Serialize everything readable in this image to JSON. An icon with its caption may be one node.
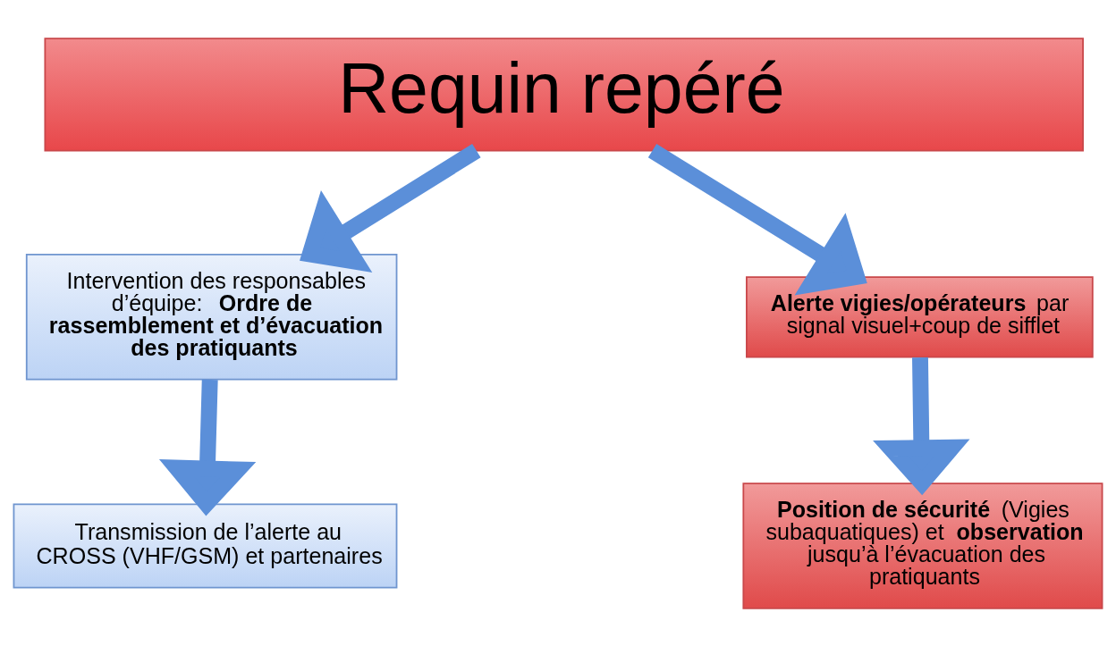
{
  "diagram": {
    "nodes": [
      {
        "text": [
          "Requin repéré"
        ]
      },
      {
        "text": [
          "Intervention des responsables d’équipe: **Ordre de rassemblement et d’évacuation des pratiquants**"
        ]
      },
      {
        "text": [
          "Transmission de l’alerte au CROSS (VHF/GSM) et partenaires"
        ]
      },
      {
        "text": [
          "**Alerte vigies/opérateurs** par signal visuel+coup de sifflet"
        ]
      },
      {
        "text": [
          "**Position de sécurité** (Vigies subaquatiques) et **observation** jusqu’à l’évacuation des pratiquants"
        ]
      }
    ],
    "edges": [
      {
        "from": 0,
        "to": 1,
        "arrow": "to"
      },
      {
        "from": 1,
        "to": 2,
        "arrow": "to"
      },
      {
        "from": 0,
        "to": 3,
        "arrow": "to"
      },
      {
        "from": 3,
        "to": 4,
        "arrow": "to"
      }
    ]
  }
}
